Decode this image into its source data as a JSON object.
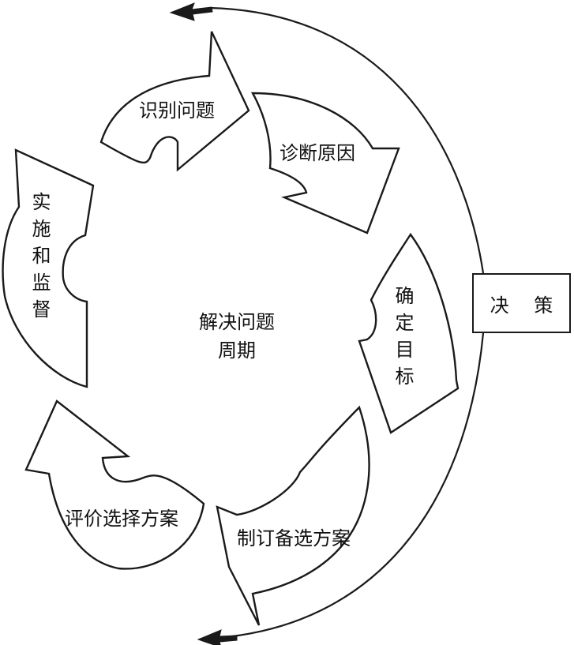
{
  "center": {
    "line1": "解决问题",
    "line2": "周期"
  },
  "steps": {
    "identify": "识别问题",
    "diagnose": "诊断原因",
    "goal": "确定目标",
    "alternatives": "制订备选方案",
    "evaluate": "评价选择方案",
    "implement": "实施和监督"
  },
  "decision": {
    "label": "决 策"
  },
  "colors": {
    "stroke": "#1a1a1a",
    "fill": "#ffffff",
    "text": "#111111"
  }
}
